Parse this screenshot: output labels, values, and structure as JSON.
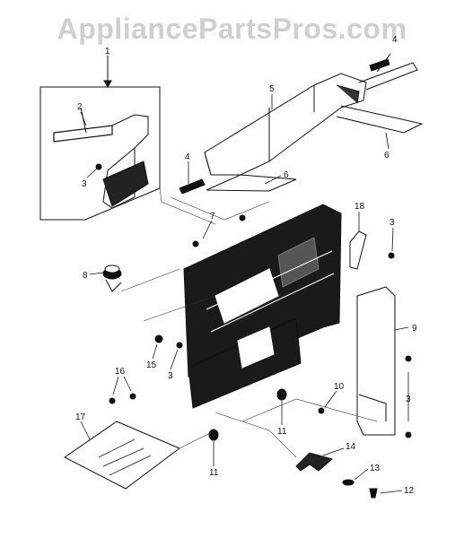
{
  "watermark": "AppliancePartsPros.com",
  "callouts": {
    "c1": "1",
    "c2": "2",
    "c3a": "3",
    "c4a": "4",
    "c4b": "4",
    "c5": "5",
    "c6a": "6",
    "c6b": "6",
    "c7": "7",
    "c8": "8",
    "c18": "18",
    "c3b": "3",
    "c9": "9",
    "c15": "15",
    "c3c": "3",
    "c3d": "3",
    "c10": "10",
    "c11a": "11",
    "c11b": "11",
    "c16": "16",
    "c17": "17",
    "c14": "14",
    "c13": "13",
    "c12": "12"
  }
}
